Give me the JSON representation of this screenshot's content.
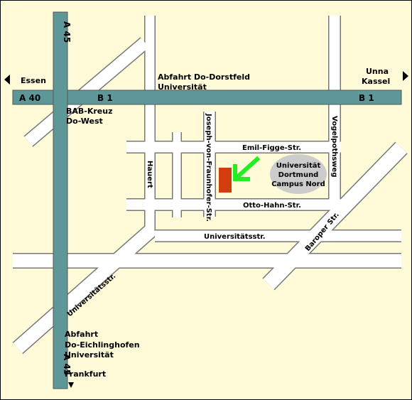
{
  "colors": {
    "background": "#fffbd9",
    "road": "#ffffff",
    "road_outline": "#777777",
    "highway": "#5e9797",
    "campus_fill": "#cccccc",
    "building": "#d23c0e",
    "arrow": "#22ee22",
    "frame": "#000000"
  },
  "highways": {
    "a40": "A 40",
    "b1_left": "B 1",
    "b1_right": "B 1",
    "a45_top": "A 45",
    "a45_bottom": "A 45"
  },
  "directions": {
    "essen": "Essen",
    "unna": "Unna",
    "kassel": "Kassel",
    "frankfurt": "Frankfurt"
  },
  "labels": {
    "exit_dorstfeld_line1": "Abfahrt Do-Dorstfeld",
    "exit_dorstfeld_line2": "Universität",
    "bab_kreuz_line1": "BAB-Kreuz",
    "bab_kreuz_line2": "Do-West",
    "exit_eichlinghofen_line1": "Abfahrt",
    "exit_eichlinghofen_line2": "Do-Eichlinghofen",
    "exit_eichlinghofen_line3": "Universität"
  },
  "streets": {
    "emil_figge": "Emil-Figge-Str.",
    "otto_hahn": "Otto-Hahn-Str.",
    "universitaets_h": "Universitätsstr.",
    "universitaets_diag": "Universitätsstr.",
    "hauert": "Hauert",
    "joseph": "Joseph-von-Fraunhofer-Str.",
    "vogelpoth": "Vogelpothsweg",
    "baroper": "Baroper Str."
  },
  "campus": {
    "line1": "Universität",
    "line2": "Dortmund",
    "line3": "Campus Nord"
  }
}
